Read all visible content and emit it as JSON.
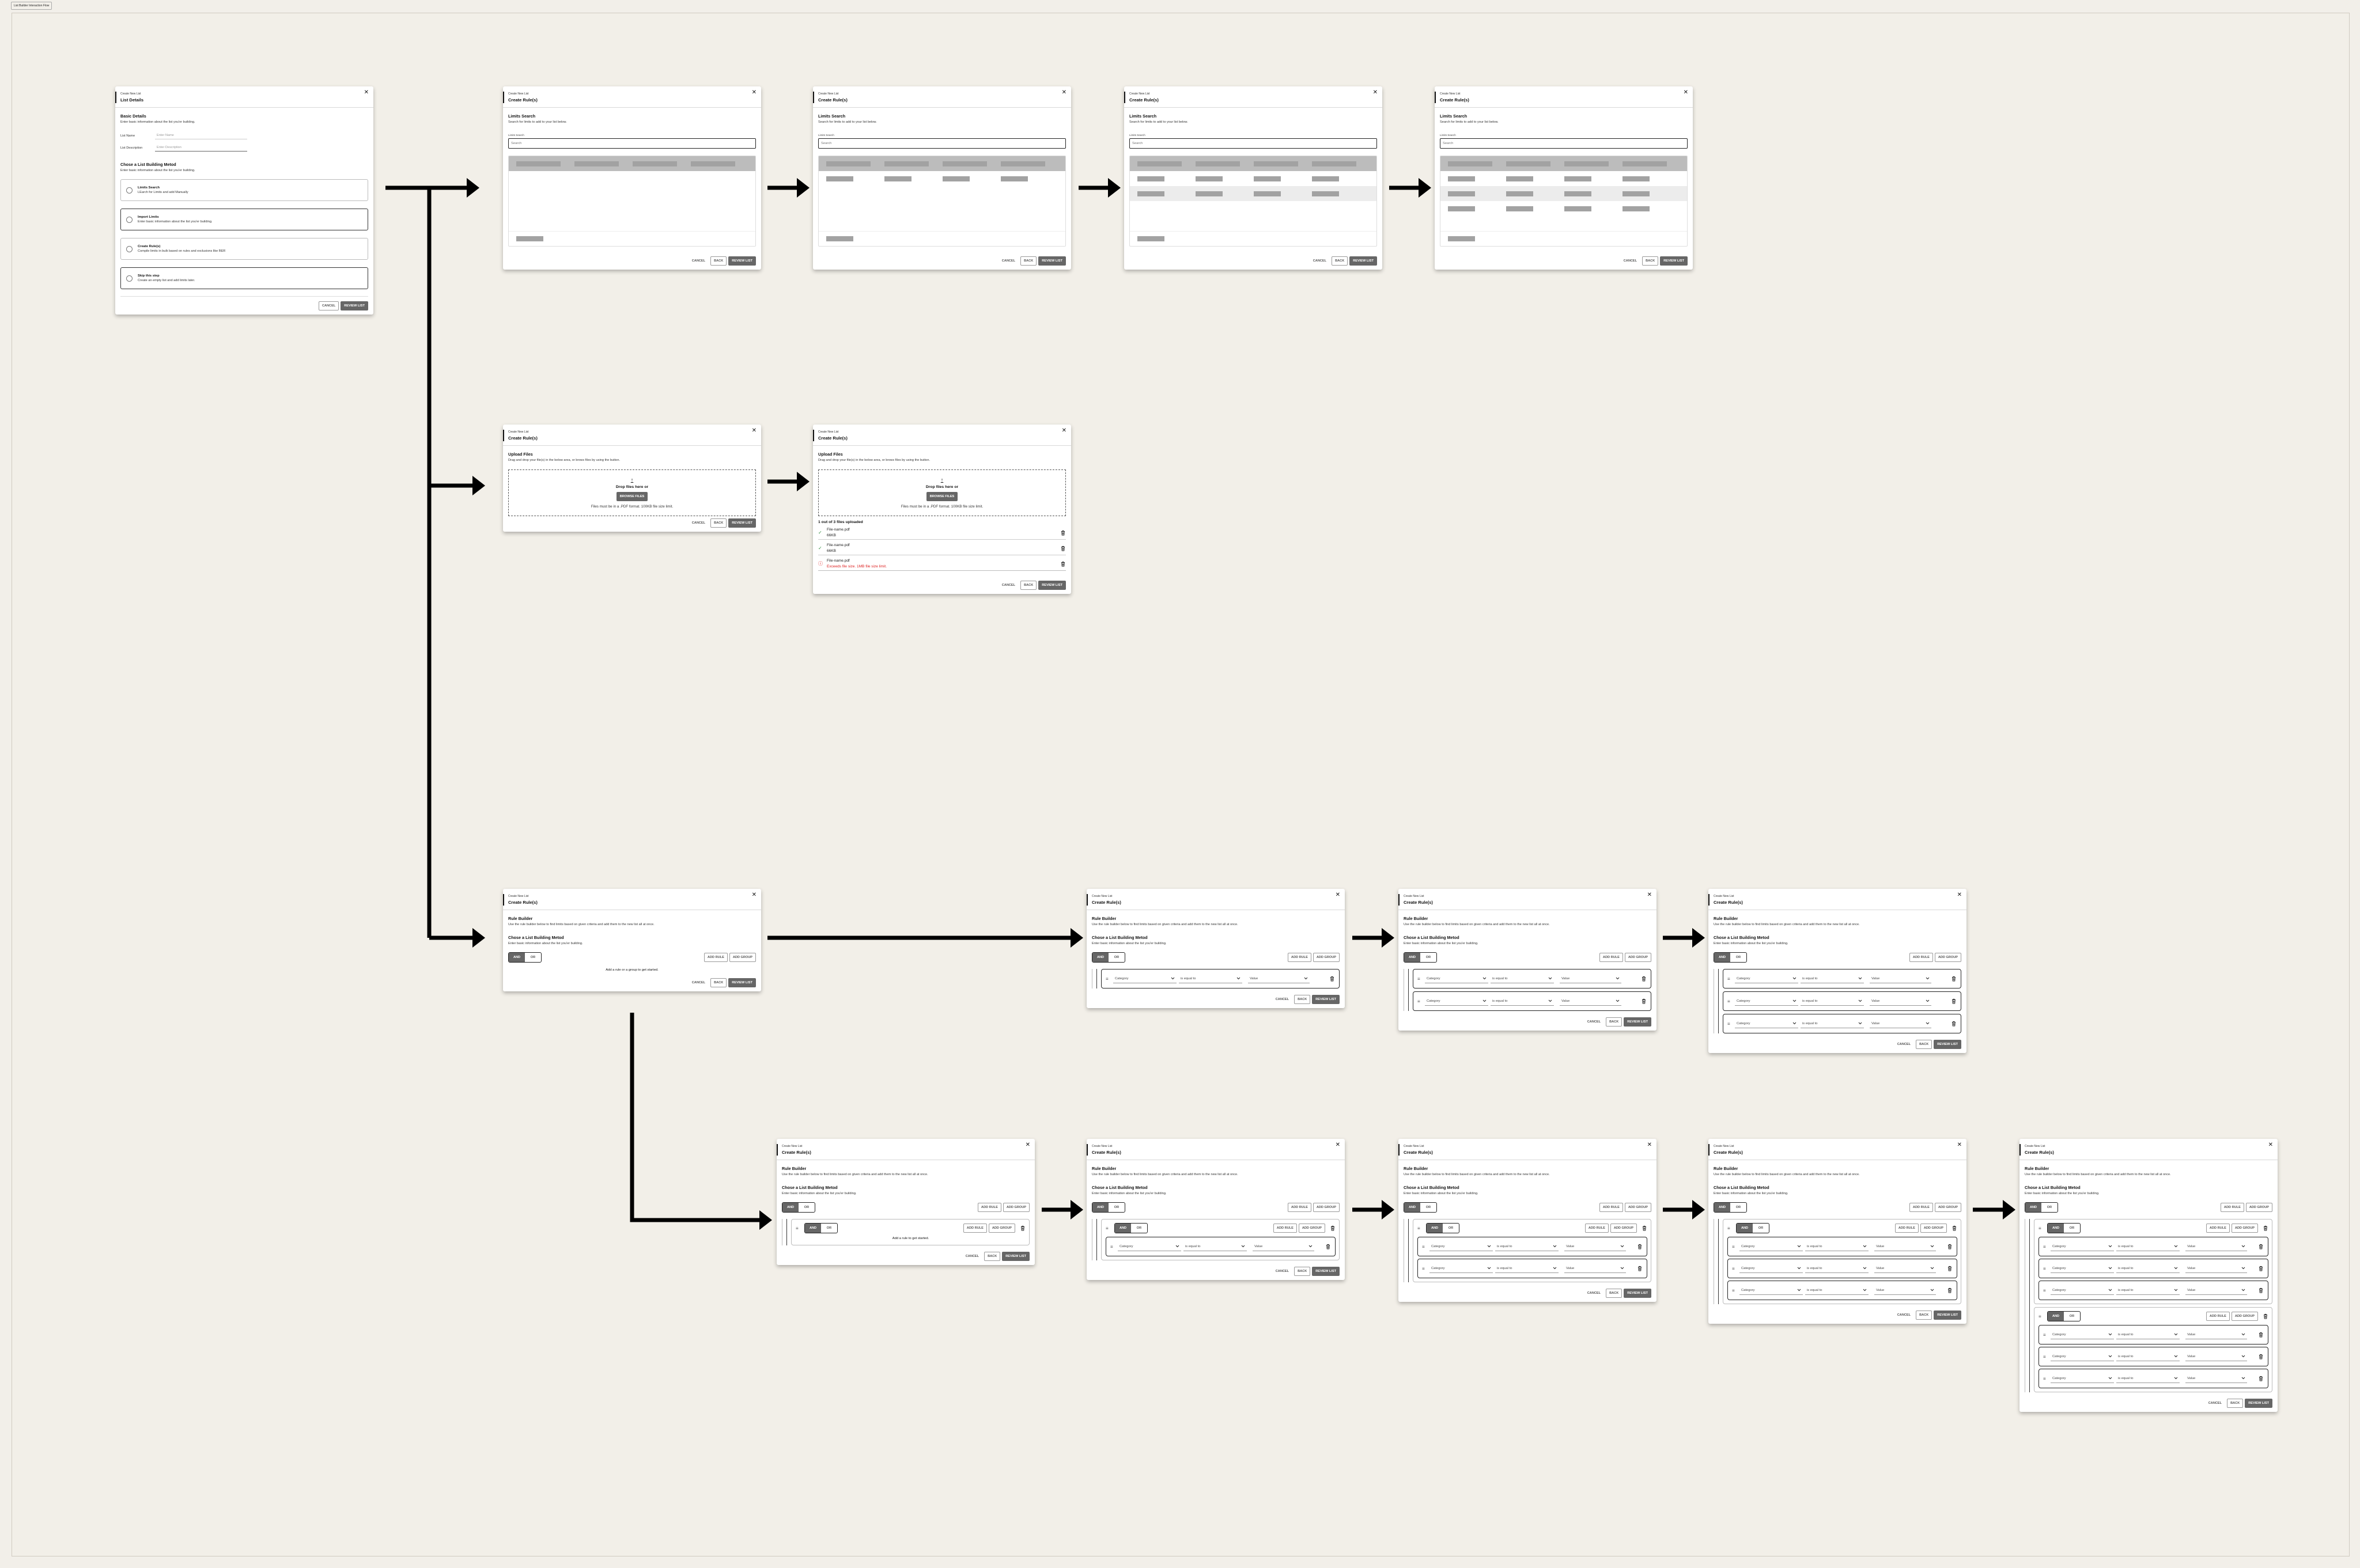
{
  "canvas_label": "List Builder Interaction Flow",
  "common": {
    "eyebrow": "Create New List",
    "close": "✕",
    "cancel": "CANCEL",
    "back": "BACK",
    "review": "REVIEW LIST",
    "and": "AND",
    "or": "OR",
    "add_rule": "ADD RULE",
    "add_group": "ADD GROUP"
  },
  "list_details": {
    "title": "List Details",
    "basic_heading": "Basic Details",
    "basic_desc": "Enter basic information about the list you'er building.",
    "name_label": "List Name",
    "name_placeholder": "Enter Name",
    "desc_label": "List Description",
    "desc_placeholder": "Enter Description",
    "method_heading": "Chose a List Building Metod",
    "method_desc": "Enter basic information about the list you'er building.",
    "options": [
      {
        "title": "Limits Search",
        "desc": "LEarch for Limits and add Manually"
      },
      {
        "title": "Import Limits",
        "desc": "Enter basic information about the list you'er building."
      },
      {
        "title": "Create Rule(s)",
        "desc": "Compile limits in bulk based on rules and exclusions like BER"
      },
      {
        "title": "Skip this step",
        "desc": "Create an empty list and add limits later."
      }
    ]
  },
  "limits_search": {
    "title": "Create Rule(s)",
    "heading": "Limits Search",
    "desc": "Search for limits to add  to your list below.",
    "field_label": "Limits Search",
    "placeholder": "Search"
  },
  "upload": {
    "title": "Create Rule(s)",
    "heading": "Upload Files",
    "desc": "Drag and drop your file(s) in the below area, or brows files by using the button.",
    "drop_text": "Drop files here or",
    "browse": "BROWSE FILES",
    "note": "Files must be in a .PDF format. 100KB file size limit.",
    "count": "1 out of 3 files uploaded",
    "files": [
      {
        "name": "File-name.pdf",
        "detail": "66KB",
        "status": "success"
      },
      {
        "name": "File-name.pdf",
        "detail": "66KB",
        "status": "success"
      },
      {
        "name": "File-name.pdf",
        "detail": "Exceeds file size. 1MB file size limit.",
        "status": "error"
      }
    ]
  },
  "rule_builder": {
    "title": "Create Rule(s)",
    "heading": "Rule Builder",
    "desc": "Use the rule builder below to find limits based on given criteria and add them to the new list all at once.",
    "method_heading": "Chose a List Building Metod",
    "method_desc": "Enter basic information about the list you'er building.",
    "empty_root": "Add a rule or a group to get started.",
    "empty_group": "Add a rule to get started.",
    "rule": {
      "category": "Category",
      "operator": "is equal to",
      "value": "Value"
    }
  },
  "colors": {
    "canvas": "#f2efe8",
    "primary_button": "#666666",
    "success": "#2e8b3a",
    "error": "#dd2222"
  },
  "screens": [
    {
      "kind": "list_details"
    },
    {
      "kind": "limits_search",
      "result_rows": 0,
      "highlighted_row": -1
    },
    {
      "kind": "limits_search",
      "result_rows": 1,
      "highlighted_row": -1
    },
    {
      "kind": "limits_search",
      "result_rows": 2,
      "highlighted_row": 1
    },
    {
      "kind": "limits_search",
      "result_rows": 3,
      "highlighted_row": 1
    },
    {
      "kind": "upload",
      "show_files": false
    },
    {
      "kind": "upload",
      "show_files": true
    },
    {
      "kind": "rule_builder",
      "root_rules": 0,
      "groups": []
    },
    {
      "kind": "rule_builder",
      "root_rules": 1,
      "groups": []
    },
    {
      "kind": "rule_builder",
      "root_rules": 2,
      "groups": []
    },
    {
      "kind": "rule_builder",
      "root_rules": 3,
      "groups": []
    },
    {
      "kind": "rule_builder",
      "root_rules": 0,
      "groups": [
        0
      ]
    },
    {
      "kind": "rule_builder",
      "root_rules": 0,
      "groups": [
        1
      ]
    },
    {
      "kind": "rule_builder",
      "root_rules": 0,
      "groups": [
        2
      ]
    },
    {
      "kind": "rule_builder",
      "root_rules": 0,
      "groups": [
        3
      ]
    },
    {
      "kind": "rule_builder",
      "root_rules": 0,
      "groups": [
        3,
        3
      ]
    }
  ]
}
